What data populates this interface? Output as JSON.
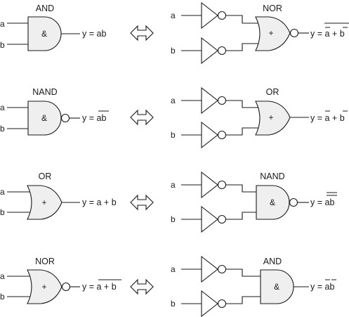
{
  "rows": [
    {
      "left": {
        "title": "AND",
        "symbol": "&",
        "in_a": "a",
        "in_b": "b",
        "eq_prefix": "y = ",
        "eq_expr": "ab"
      },
      "right": {
        "title": "NOR",
        "symbol": "+",
        "in_a": "a",
        "in_b": "b",
        "eq_prefix": "y = ",
        "eq_expr_a": "a",
        "eq_op": " + ",
        "eq_expr_b": "b"
      }
    },
    {
      "left": {
        "title": "NAND",
        "symbol": "&",
        "in_a": "a",
        "in_b": "b",
        "eq_prefix": "y = ",
        "eq_expr": "ab"
      },
      "right": {
        "title": "OR",
        "symbol": "+",
        "in_a": "a",
        "in_b": "b",
        "eq_prefix": "y = ",
        "eq_expr_a": "a",
        "eq_op": " + ",
        "eq_expr_b": "b"
      }
    },
    {
      "left": {
        "title": "OR",
        "symbol": "+",
        "in_a": "a",
        "in_b": "b",
        "eq_prefix": "y = ",
        "eq_expr": "a + b"
      },
      "right": {
        "title": "NAND",
        "symbol": "&",
        "in_a": "a",
        "in_b": "b",
        "eq_prefix": "y = ",
        "eq_expr": "ab"
      }
    },
    {
      "left": {
        "title": "NOR",
        "symbol": "+",
        "in_a": "a",
        "in_b": "b",
        "eq_prefix": "y = ",
        "eq_expr": "a + b"
      },
      "right": {
        "title": "AND",
        "symbol": "&",
        "in_a": "a",
        "in_b": "b",
        "eq_prefix": "y = ",
        "eq_expr_a": "a",
        "eq_expr_b": "b"
      }
    }
  ],
  "arrow_icon": "double-arrow-icon"
}
